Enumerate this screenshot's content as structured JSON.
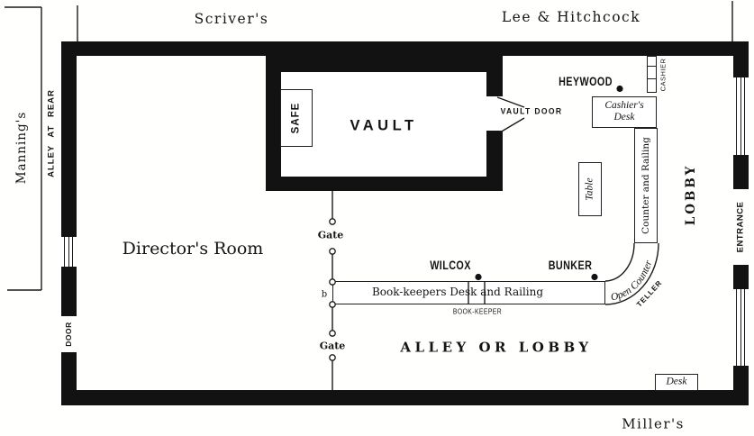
{
  "colors": {
    "ink": "#121212",
    "paper": "#ffffff"
  },
  "exterior": {
    "top_left_store": "Scriver's",
    "top_right_store": "Lee & Hitchcock",
    "bottom_store": "Miller's",
    "left_store": "Manning's",
    "alley_label": "ALLEY AT REAR"
  },
  "openings": {
    "door": "DOOR",
    "entrance": "ENTRANCE"
  },
  "rooms": {
    "directors_room": "Director's Room",
    "vault": "VAULT",
    "vault_door": "VAULT DOOR",
    "safe": "SAFE",
    "lobby": "LOBBY",
    "alley_or_lobby": "ALLEY OR LOBBY"
  },
  "fixtures": {
    "cashier_window": "CASHIER",
    "cashiers_desk": "Cashier's\nDesk",
    "counter_and_railing": "Counter and Railing",
    "table": "Table",
    "bookkeepers_desk": "Book-keepers Desk and Railing",
    "bookkeeper": "BOOK-KEEPER",
    "open_counter": "Open Counter",
    "teller": "TELLER",
    "rear_desk": "Desk",
    "gate_upper": "Gate",
    "gate_lower": "Gate",
    "point_b": "b"
  },
  "people": [
    {
      "name": "HEYWOOD"
    },
    {
      "name": "WILCOX"
    },
    {
      "name": "BUNKER"
    }
  ]
}
